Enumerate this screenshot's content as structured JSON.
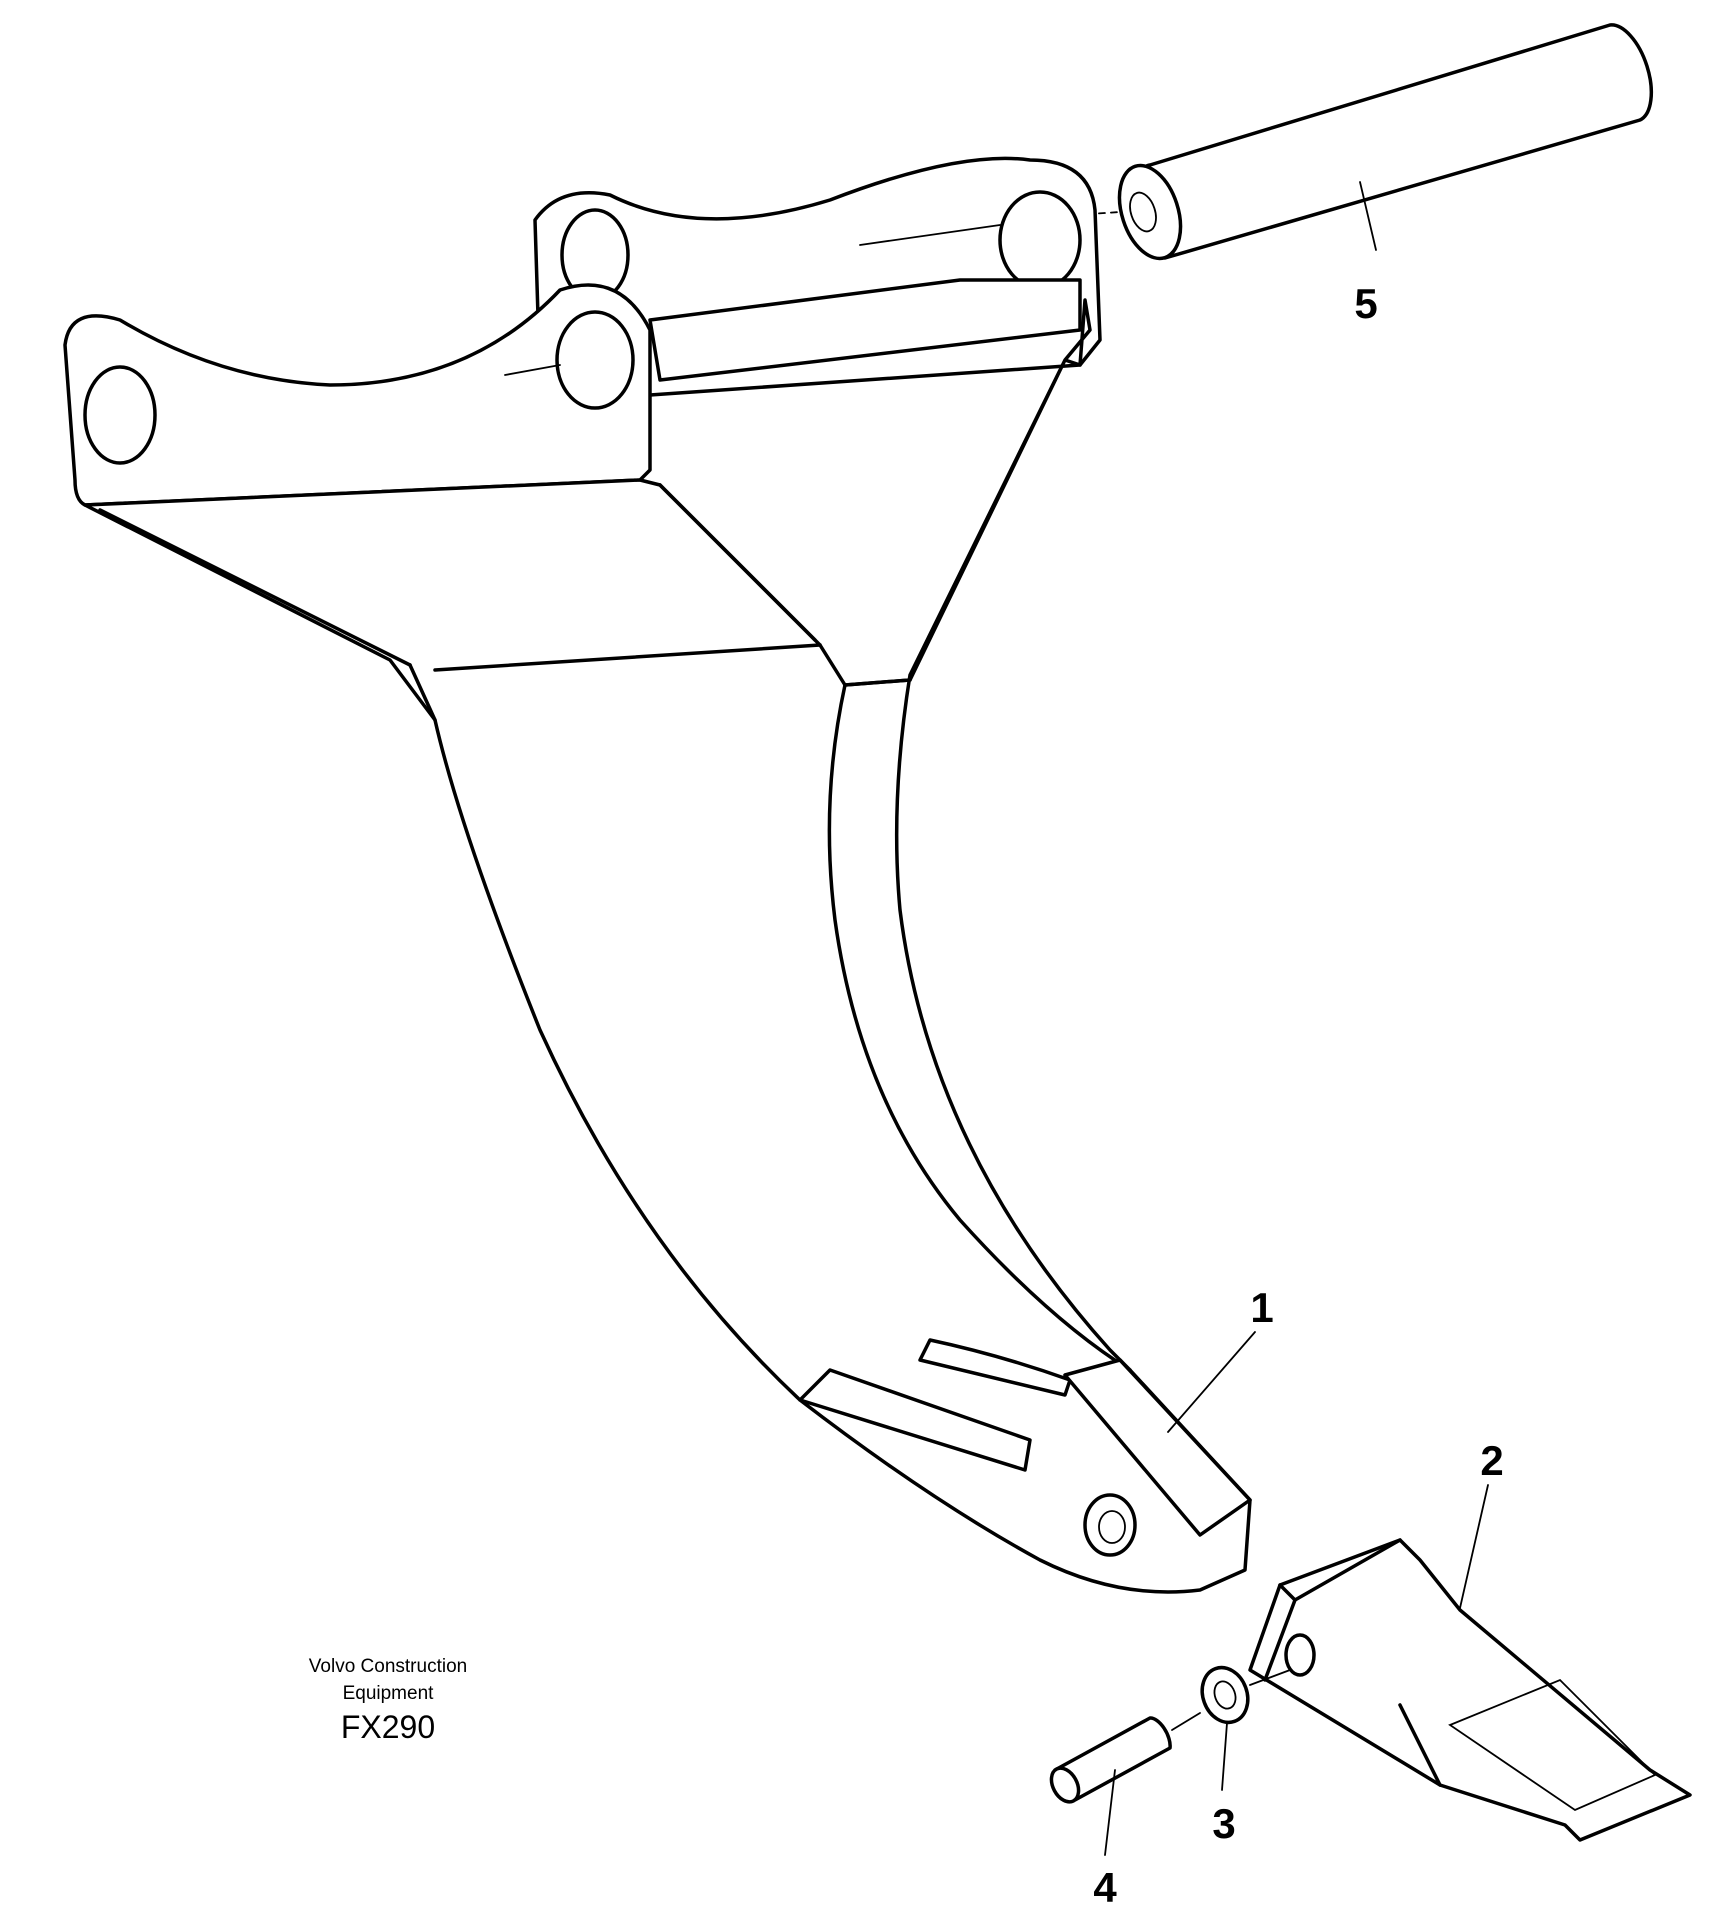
{
  "figure_code": "FX290",
  "company_line1": "Volvo Construction",
  "company_line2": "Equipment",
  "callouts": [
    {
      "id": "1",
      "label": "1",
      "part": "ripper-shank"
    },
    {
      "id": "2",
      "label": "2",
      "part": "ripper-tooth"
    },
    {
      "id": "3",
      "label": "3",
      "part": "retainer-washer"
    },
    {
      "id": "4",
      "label": "4",
      "part": "tooth-pin"
    },
    {
      "id": "5",
      "label": "5",
      "part": "mounting-shaft"
    }
  ]
}
